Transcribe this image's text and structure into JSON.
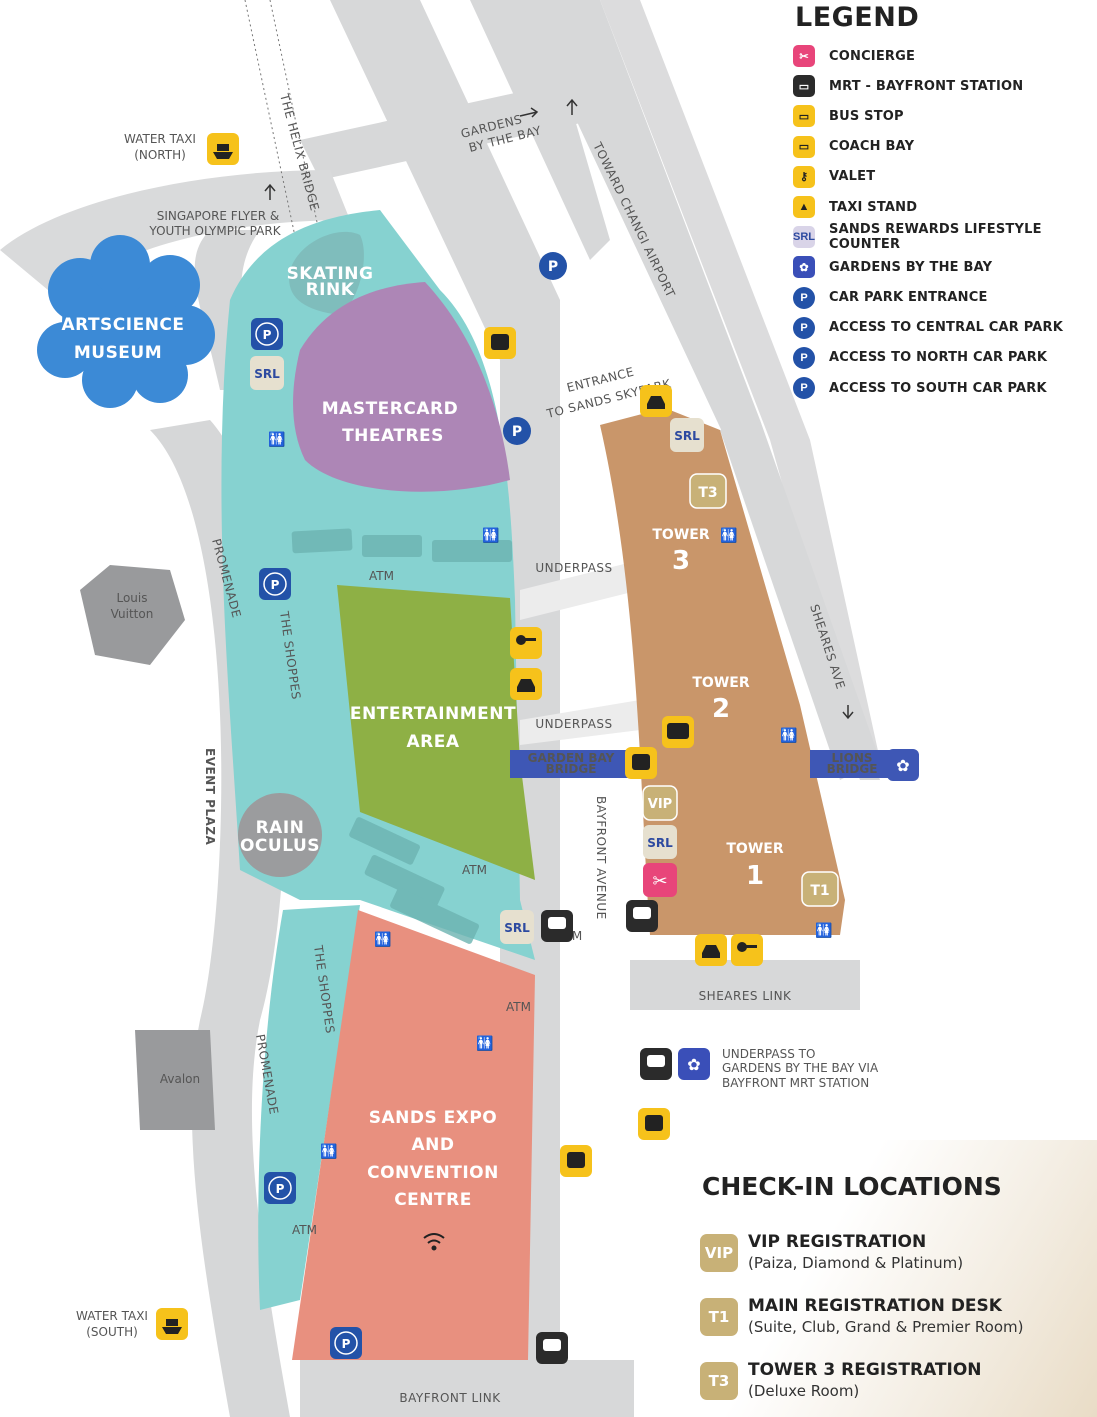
{
  "legend": {
    "title": "LEGEND",
    "items": [
      {
        "label": "CONCIERGE",
        "icon": "concierge-icon",
        "bg": "#e8457a",
        "fg": "#fff",
        "glyph": "✂"
      },
      {
        "label": "MRT - BAYFRONT STATION",
        "icon": "mrt-icon",
        "bg": "#2b2b2b",
        "fg": "#fff",
        "glyph": "▭"
      },
      {
        "label": "BUS STOP",
        "icon": "bus-icon",
        "bg": "#f6c21b",
        "fg": "#222",
        "glyph": "▭"
      },
      {
        "label": "COACH BAY",
        "icon": "coach-icon",
        "bg": "#f6c21b",
        "fg": "#222",
        "glyph": "▭"
      },
      {
        "label": "VALET",
        "icon": "valet-icon",
        "bg": "#f6c21b",
        "fg": "#222",
        "glyph": "⚷"
      },
      {
        "label": "TAXI STAND",
        "icon": "taxi-icon",
        "bg": "#f6c21b",
        "fg": "#222",
        "glyph": "▲"
      },
      {
        "label": "SANDS REWARDS LIFESTYLE COUNTER",
        "icon": "srl-icon",
        "bg": "#d9d4e8",
        "fg": "#2d4aa0",
        "glyph": "SRL"
      },
      {
        "label": "GARDENS BY THE BAY",
        "icon": "gardens-icon",
        "bg": "#3a4fb8",
        "fg": "#fff",
        "glyph": "✿"
      },
      {
        "label": "CAR PARK ENTRANCE",
        "icon": "parking-icon",
        "bg": "#2352a8",
        "fg": "#fff",
        "glyph": "P"
      },
      {
        "label": "ACCESS TO CENTRAL CAR PARK",
        "icon": "parking-central-icon",
        "bg": "#2352a8",
        "fg": "#fff",
        "glyph": "P"
      },
      {
        "label": "ACCESS TO NORTH CAR PARK",
        "icon": "parking-north-icon",
        "bg": "#2352a8",
        "fg": "#fff",
        "glyph": "P"
      },
      {
        "label": "ACCESS TO SOUTH CAR PARK",
        "icon": "parking-south-icon",
        "bg": "#2352a8",
        "fg": "#fff",
        "glyph": "P"
      }
    ]
  },
  "map": {
    "water_taxi_north": [
      "WATER TAXI",
      "(NORTH)"
    ],
    "water_taxi_south": [
      "WATER TAXI",
      "(SOUTH)"
    ],
    "helix_bridge": "THE HELIX BRIDGE",
    "gardens_by_the_bay": [
      "GARDENS",
      "BY THE BAY"
    ],
    "toward_changi": "TOWARD CHANGI AIRPORT",
    "singapore_flyer": [
      "SINGAPORE FLYER &",
      "YOUTH OLYMPIC PARK"
    ],
    "skating_rink": [
      "SKATING",
      "RINK"
    ],
    "artscience": [
      "ARTSCIENCE",
      "MUSEUM"
    ],
    "theatres": [
      "MASTERCARD",
      "THEATRES"
    ],
    "entrance_skypark": [
      "ENTRANCE",
      "TO SANDS SKYPARK"
    ],
    "tower3": [
      "TOWER",
      "3"
    ],
    "tower2": [
      "TOWER",
      "2"
    ],
    "tower1": [
      "TOWER",
      "1"
    ],
    "underpass": "UNDERPASS",
    "promenade": "PROMENADE",
    "the_shoppes": "THE SHOPPES",
    "louis_vuitton": [
      "Louis",
      "Vuitton"
    ],
    "entertainment": [
      "ENTERTAINMENT",
      "AREA"
    ],
    "sheares_ave": "SHEARES AVE",
    "garden_bay_bridge": [
      "GARDEN BAY",
      "BRIDGE"
    ],
    "lions_bridge": [
      "LIONS",
      "BRIDGE"
    ],
    "event_plaza": "EVENT PLAZA",
    "rain_oculus": [
      "RAIN",
      "OCULUS"
    ],
    "bayfront_avenue": "BAYFRONT AVENUE",
    "sheares_link": "SHEARES LINK",
    "avalon": "Avalon",
    "expo": [
      "SANDS EXPO",
      "AND",
      "CONVENTION",
      "CENTRE"
    ],
    "bayfront_link": "BAYFRONT LINK",
    "atm": "ATM",
    "srl": "SRL",
    "vip": "VIP",
    "t1": "T1",
    "t3": "T3",
    "b2m": "B2M",
    "underpass_note": [
      "UNDERPASS TO",
      "GARDENS BY THE BAY VIA",
      "BAYFRONT MRT STATION"
    ]
  },
  "checkin": {
    "title": "CHECK-IN LOCATIONS",
    "items": [
      {
        "badge": "VIP",
        "title": "VIP REGISTRATION",
        "sub": "(Paiza, Diamond & Platinum)"
      },
      {
        "badge": "T1",
        "title": "MAIN REGISTRATION DESK",
        "sub": "(Suite, Club, Grand & Premier Room)"
      },
      {
        "badge": "T3",
        "title": "TOWER 3 REGISTRATION",
        "sub": "(Deluxe Room)"
      }
    ]
  },
  "colors": {
    "shoppes": "#86d2d0",
    "theatres": "#ad86b6",
    "entertainment": "#8eb045",
    "expo": "#e8907f",
    "hotel": "#c9966a",
    "road": "#d7d8d9",
    "bridge": "#3e57b5",
    "museum": "#3c8ad6",
    "yellow": "#f6c21b",
    "parking": "#2352a8",
    "gold": "#c8b177"
  }
}
